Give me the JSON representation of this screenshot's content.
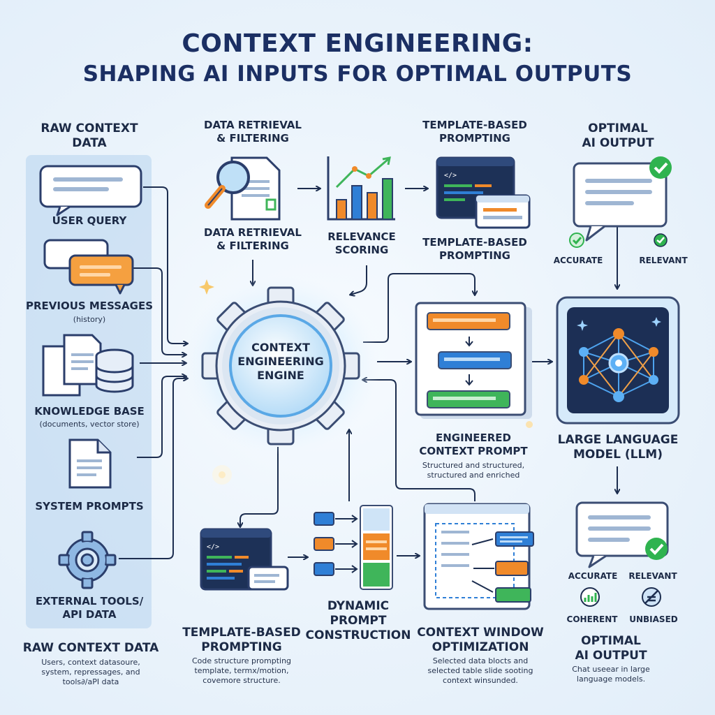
{
  "title": {
    "line1": "CONTEXT ENGINEERING:",
    "line2": "SHAPING AI INPUTS FOR OPTIMAL OUTPUTS"
  },
  "left": {
    "heading": "RAW CONTEXT\nDATA",
    "items": [
      {
        "label": "USER QUERY",
        "sub": ""
      },
      {
        "label": "PREVIOUS MESSAGES",
        "sub": "(history)"
      },
      {
        "label": "KNOWLEDGE BASE",
        "sub": "(documents, vector store)"
      },
      {
        "label": "SYSTEM PROMPTS",
        "sub": ""
      },
      {
        "label": "EXTERNAL TOOLS/\nAPI DATA",
        "sub": ""
      }
    ],
    "footer_title": "RAW CONTEXT DATA",
    "footer_desc": "Users, context datasoure,\nsystem, repressages, and\ntools∂/aPI data"
  },
  "top": {
    "retrieval_heading": "DATA RETRIEVAL\n& FILTERING",
    "retrieval_label": "DATA RETRIEVAL\n& FILTERING",
    "relevance_label": "RELEVANCE\nSCORING",
    "template_heading": "TEMPLATE-BASED\nPROMPTING",
    "template_label": "TEMPLATE-BASED\nPROMPTING",
    "code_tag": "</>"
  },
  "center": {
    "engine_label": "CONTEXT\nENGINEERING\nENGINE"
  },
  "engineered": {
    "label": "ENGINEERED\nCONTEXT PROMPT",
    "desc": "Structured and structured,\nstructured and enriched"
  },
  "llm": {
    "label": "LARGE LANGUAGE\nMODEL (LLM)"
  },
  "output_top": {
    "heading": "OPTIMAL\nAI OUTPUT",
    "badges": [
      "ACCURATE",
      "RELEVANT"
    ]
  },
  "output_bottom": {
    "badges": [
      "ACCURATE",
      "RELEVANT",
      "COHERENT",
      "UNBIASED"
    ],
    "title": "OPTIMAL\nAI OUTPUT",
    "desc": "Chat useear in large\nlanguage models."
  },
  "bottom": {
    "template_label": "TEMPLATE-BASED\nPROMPTING",
    "template_desc": "Code structure prompting\ntemplate, termx/motion,\ncovemore structure.",
    "dynamic_label": "DYNAMIC\nPROMPT\nCONSTRUCTION",
    "window_label": "CONTEXT WINDOW\nOPTIMIZATION",
    "window_desc": "Selected data blocts and\nselected table slide sooting\ncontext winsunded."
  },
  "colors": {
    "navy": "#1b2f63",
    "blue": "#2f7fd6",
    "orange": "#f08a2a",
    "green": "#3fb55a",
    "panel": "#b8d6ef",
    "check": "#2fb34f"
  }
}
